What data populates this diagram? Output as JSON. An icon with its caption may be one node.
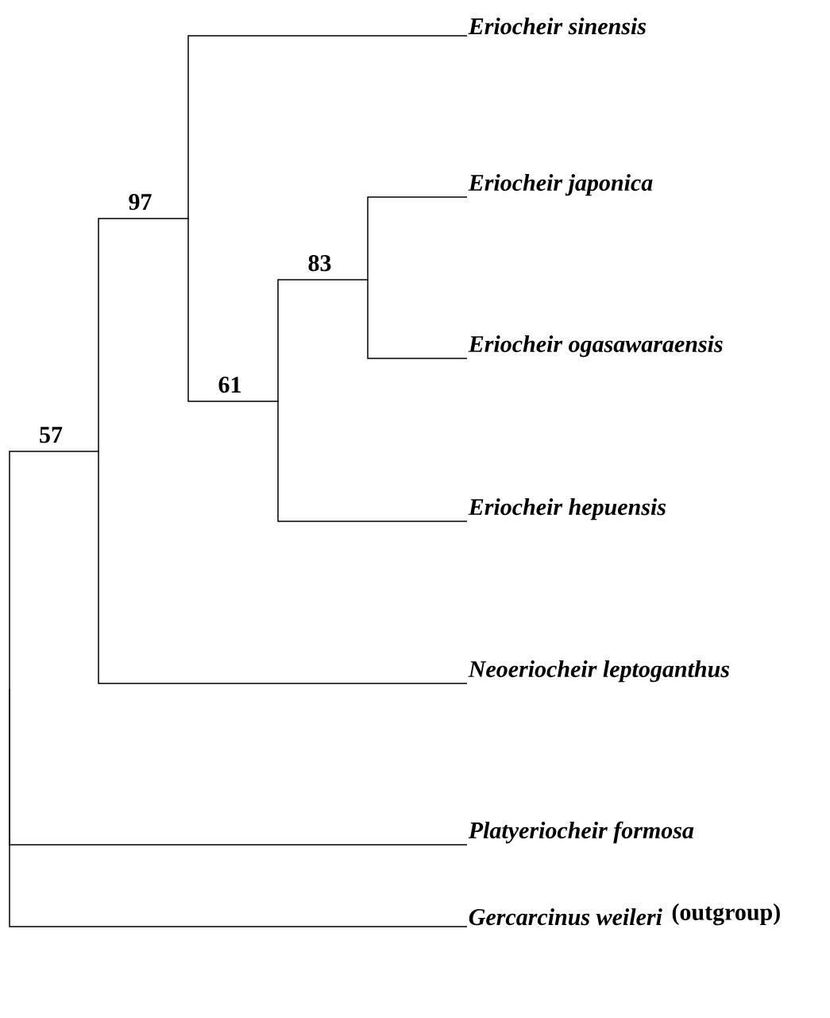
{
  "diagram": {
    "nodes": [
      {
        "text": [],
        "shape": "point"
      },
      {
        "text": [],
        "shape": "point"
      },
      {
        "text": [],
        "shape": "point"
      },
      {
        "text": [
          "Eriocheir sinensis"
        ]
      },
      {
        "text": [],
        "shape": "point"
      },
      {
        "text": [],
        "shape": "point"
      },
      {
        "text": [
          "Eriocheir japonica"
        ]
      },
      {
        "text": [
          "Eriocheir ogasawaraensis"
        ]
      },
      {
        "text": [
          "Eriocheir hepuensis"
        ]
      },
      {
        "text": [
          "Neoeriocheir leptoganthus"
        ]
      },
      {
        "text": [
          "Platyeriocheir formosa"
        ]
      },
      {
        "text": [
          "Gercarcinus weileri"
        ],
        "beside": [
          "(outgroup)"
        ]
      }
    ],
    "edges": [
      {
        "from": 0,
        "to": 1,
        "arrow": "none",
        "label": "57"
      },
      {
        "from": 1,
        "to": 2,
        "arrow": "none",
        "label": "97"
      },
      {
        "from": 2,
        "to": 3,
        "arrow": "none"
      },
      {
        "from": 2,
        "to": 4,
        "arrow": "none",
        "label": "61"
      },
      {
        "from": 4,
        "to": 5,
        "arrow": "none",
        "label": "83"
      },
      {
        "from": 5,
        "to": 6,
        "arrow": "none"
      },
      {
        "from": 5,
        "to": 7,
        "arrow": "none"
      },
      {
        "from": 4,
        "to": 8,
        "arrow": "none"
      },
      {
        "from": 1,
        "to": 9,
        "arrow": "none"
      },
      {
        "from": 0,
        "to": 10,
        "arrow": "none"
      },
      {
        "from": 0,
        "to": 11,
        "arrow": "none"
      }
    ]
  }
}
